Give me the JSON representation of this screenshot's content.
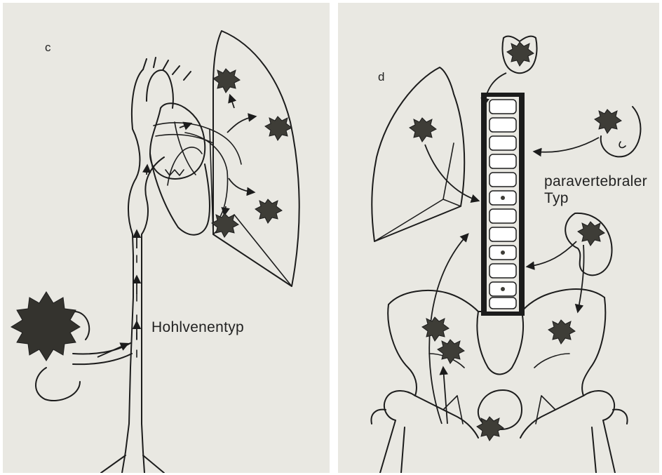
{
  "panels": {
    "c": {
      "letter": "c",
      "label": "Hohlvenentyp"
    },
    "d": {
      "letter": "d",
      "label_line1": "paravertebraler",
      "label_line2": "Typ"
    }
  },
  "colors": {
    "background": "#e9e8e2",
    "ink": "#1c1c1c",
    "metastasis": "#3e3d37"
  },
  "icons": [
    "metastasis-icon",
    "arrow-icon"
  ]
}
